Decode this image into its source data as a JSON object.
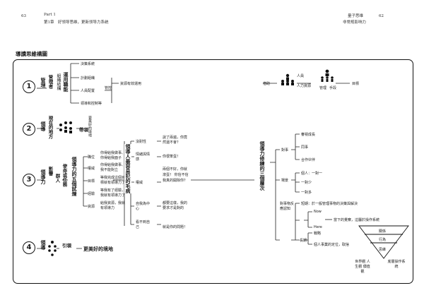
{
  "header": {
    "left_page": "63",
    "part": "Part 1",
    "chapter": "第1章　好领导思维，更新领导力系统",
    "right_title": "量子思维",
    "right_page": "62",
    "right_sub": "非常规影响力"
  },
  "diagram_title": "導讀思維構圖",
  "section1": {
    "num": "1",
    "main": "管理",
    "sub": "管理者",
    "mid": "組織結構",
    "big": "運用職能",
    "items": [
      "決策系統",
      "計劃組織",
      "人員配置",
      "領導和控制等"
    ],
    "side_label": "管控",
    "result": "資源有效運用"
  },
  "top_right": {
    "tag1": "借助",
    "tag2": "人員",
    "tag3": "人力資源",
    "chip1": "管理",
    "chip2": "手段",
    "result": "目標"
  },
  "section2": {
    "num": "2",
    "main": "領導",
    "sub": "現在的地方",
    "arrow": "帶領",
    "target": "更美好的境地"
  },
  "section3": {
    "num": "3",
    "main": "領導力",
    "sub1": "影響",
    "sub2": "群人",
    "sub3": "使命或任務",
    "five": "領導力的五個試煉",
    "rows": [
      {
        "k": "職位",
        "v": "你得給我做事、你得給我面子"
      },
      {
        "k": "權威",
        "v": "你得給我做事、我不能對立"
      },
      {
        "k": "目標",
        "v": "等我完成這個目標就有領導力了"
      },
      {
        "k": "經驗",
        "v": "等我有了經驗，我就有領導力了"
      },
      {
        "k": "資源",
        "v": "給我資源，我就有領導力"
      }
    ],
    "mis": "領導人最容易犯的毛病",
    "pairs": [
      {
        "k": "沒耐性",
        "v": "說了兩遍，你竟然還不會？"
      },
      {
        "k": "情緒與情感",
        "v": "你很笨蛋！"
      },
      {
        "k": "權威",
        "v": "兩個不好，你就滾蛋！ 你信不信我真的開除你？"
      },
      {
        "k": "自我為中心",
        "v": "都要這樣，我的要求才是對的"
      },
      {
        "k": "看不到自己",
        "v": "就是你的問題！"
      }
    ]
  },
  "right_tree": {
    "title": "領導力修練的三個層次",
    "l1": "對事",
    "l1_items": [
      "審視成長",
      "同事",
      "合作伙伴"
    ],
    "l2": "場景",
    "l2_items": [
      "個人：一對一",
      "一對少",
      "一對多"
    ],
    "l3": "對事物反應認知",
    "short": "短期：於一般管理事物的決策與解決",
    "now": "Now",
    "here": "Here",
    "now_here": "當下的覺察，這屬於操作系統",
    "long": "長期",
    "strategy": "戰略",
    "person": "個人事業的定位，取捨"
  },
  "pyramid": {
    "levels": [
      "關係",
      "行為",
      "思維"
    ],
    "bottom_left": "世界觀 人生觀 價值觀",
    "bottom_right": "底層操作系統"
  },
  "section4": {
    "num": "4",
    "main": "領導",
    "arrow": "引領",
    "target": "更美好的境地"
  }
}
